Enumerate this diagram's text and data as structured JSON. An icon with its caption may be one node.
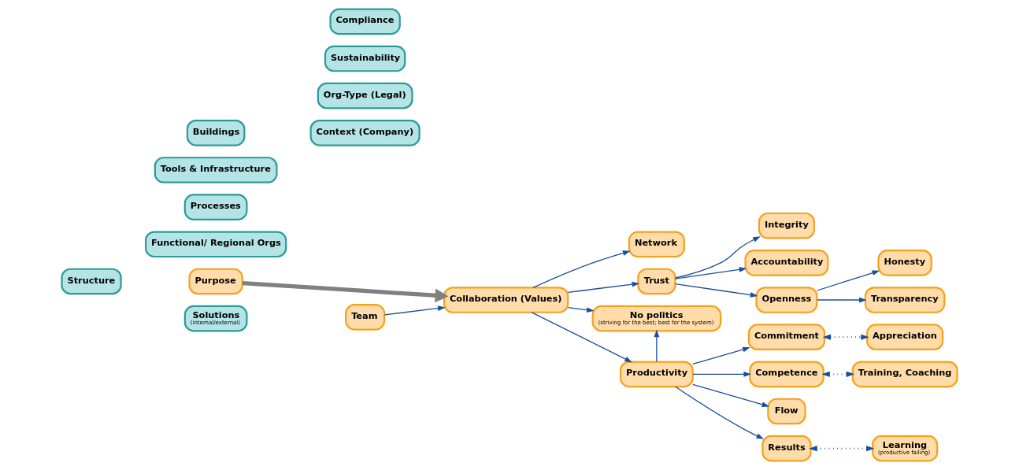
{
  "diagram": {
    "nodes": [
      {
        "text": [
          "Structure"
        ]
      },
      {
        "text": [
          "Purpose"
        ]
      },
      {
        "text": [
          "Solutions",
          "(internal/external)"
        ]
      },
      {
        "text": [
          "Functional/ Regional Orgs"
        ]
      },
      {
        "text": [
          "Processes"
        ]
      },
      {
        "text": [
          "Tools & Infrastructure"
        ]
      },
      {
        "text": [
          "Buildings"
        ]
      },
      {
        "text": [
          "Team"
        ]
      },
      {
        "text": [
          "Collaboration (Values)"
        ]
      },
      {
        "text": [
          "Network"
        ]
      },
      {
        "text": [
          "Trust"
        ]
      },
      {
        "text": [
          "No politics",
          "(striving for the best; best for the system)"
        ]
      },
      {
        "text": [
          "Productivity"
        ]
      },
      {
        "text": [
          "Integrity"
        ]
      },
      {
        "text": [
          "Accountability"
        ]
      },
      {
        "text": [
          "Openness"
        ]
      },
      {
        "text": [
          "Honesty"
        ]
      },
      {
        "text": [
          "Transparency"
        ]
      },
      {
        "text": [
          "Commitment"
        ]
      },
      {
        "text": [
          "Appreciation"
        ]
      },
      {
        "text": [
          "Competence"
        ]
      },
      {
        "text": [
          "Training, Coaching"
        ]
      },
      {
        "text": [
          "Flow"
        ]
      },
      {
        "text": [
          "Results"
        ]
      },
      {
        "text": [
          "Learning",
          "(productive failing)"
        ]
      },
      {
        "text": [
          "Context (Company)"
        ]
      },
      {
        "text": [
          "Org-Type (Legal)"
        ]
      },
      {
        "text": [
          "Sustainability"
        ]
      },
      {
        "text": [
          "Compliance"
        ]
      }
    ],
    "edges": [
      {
        "from": 1,
        "to": 8,
        "arrow": "to",
        "style": "thick",
        "color": "#808080"
      },
      {
        "from": 7,
        "to": 8,
        "arrow": "to"
      },
      {
        "from": 8,
        "to": 9,
        "arrow": "to"
      },
      {
        "from": 8,
        "to": 10,
        "arrow": "to"
      },
      {
        "from": 8,
        "to": 11,
        "arrow": "to"
      },
      {
        "from": 8,
        "to": 12,
        "arrow": "to"
      },
      {
        "from": 10,
        "to": 13,
        "arrow": "to"
      },
      {
        "from": 10,
        "to": 14,
        "arrow": "to"
      },
      {
        "from": 10,
        "to": 15,
        "arrow": "to"
      },
      {
        "from": 15,
        "to": 16,
        "arrow": "to"
      },
      {
        "from": 15,
        "to": 17,
        "arrow": "to"
      },
      {
        "from": 12,
        "to": 11,
        "arrow": "to"
      },
      {
        "from": 12,
        "to": 18,
        "arrow": "to"
      },
      {
        "from": 12,
        "to": 20,
        "arrow": "to"
      },
      {
        "from": 12,
        "to": 22,
        "arrow": "to"
      },
      {
        "from": 12,
        "to": 23,
        "arrow": "to"
      },
      {
        "from": 18,
        "to": 19,
        "arrow": "both",
        "style": "dashed"
      },
      {
        "from": 20,
        "to": 21,
        "arrow": "both",
        "style": "dashed"
      },
      {
        "from": 23,
        "to": 24,
        "arrow": "both",
        "style": "dashed"
      }
    ]
  }
}
